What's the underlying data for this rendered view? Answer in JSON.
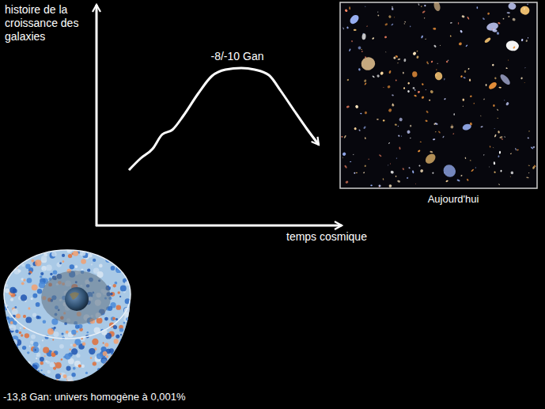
{
  "diagram": {
    "labels": [
      "histoire de la croissance des galaxies",
      "-8/-10 Gan",
      "temps cosmique",
      "Aujourd'hui",
      "-13,8 Gan: univers homogène à 0,001%"
    ]
  }
}
